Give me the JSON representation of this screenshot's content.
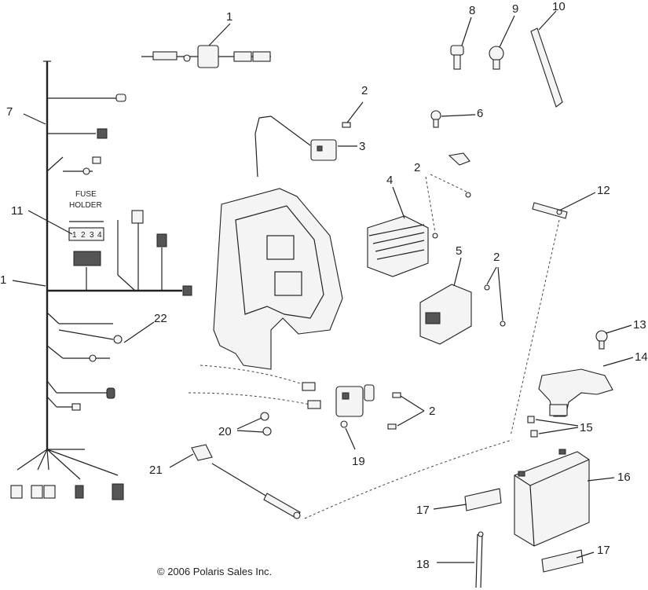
{
  "callouts": [
    "1",
    "2",
    "3",
    "4",
    "5",
    "6",
    "7",
    "8",
    "9",
    "10",
    "11",
    "12",
    "13",
    "14",
    "15",
    "16",
    "17",
    "18",
    "19",
    "20",
    "21",
    "22"
  ],
  "fuse_holder": {
    "line1": "FUSE",
    "line2": "HOLDER",
    "slots": [
      "1",
      "2",
      "3",
      "4"
    ]
  },
  "copyright": "© 2006 Polaris Sales Inc."
}
